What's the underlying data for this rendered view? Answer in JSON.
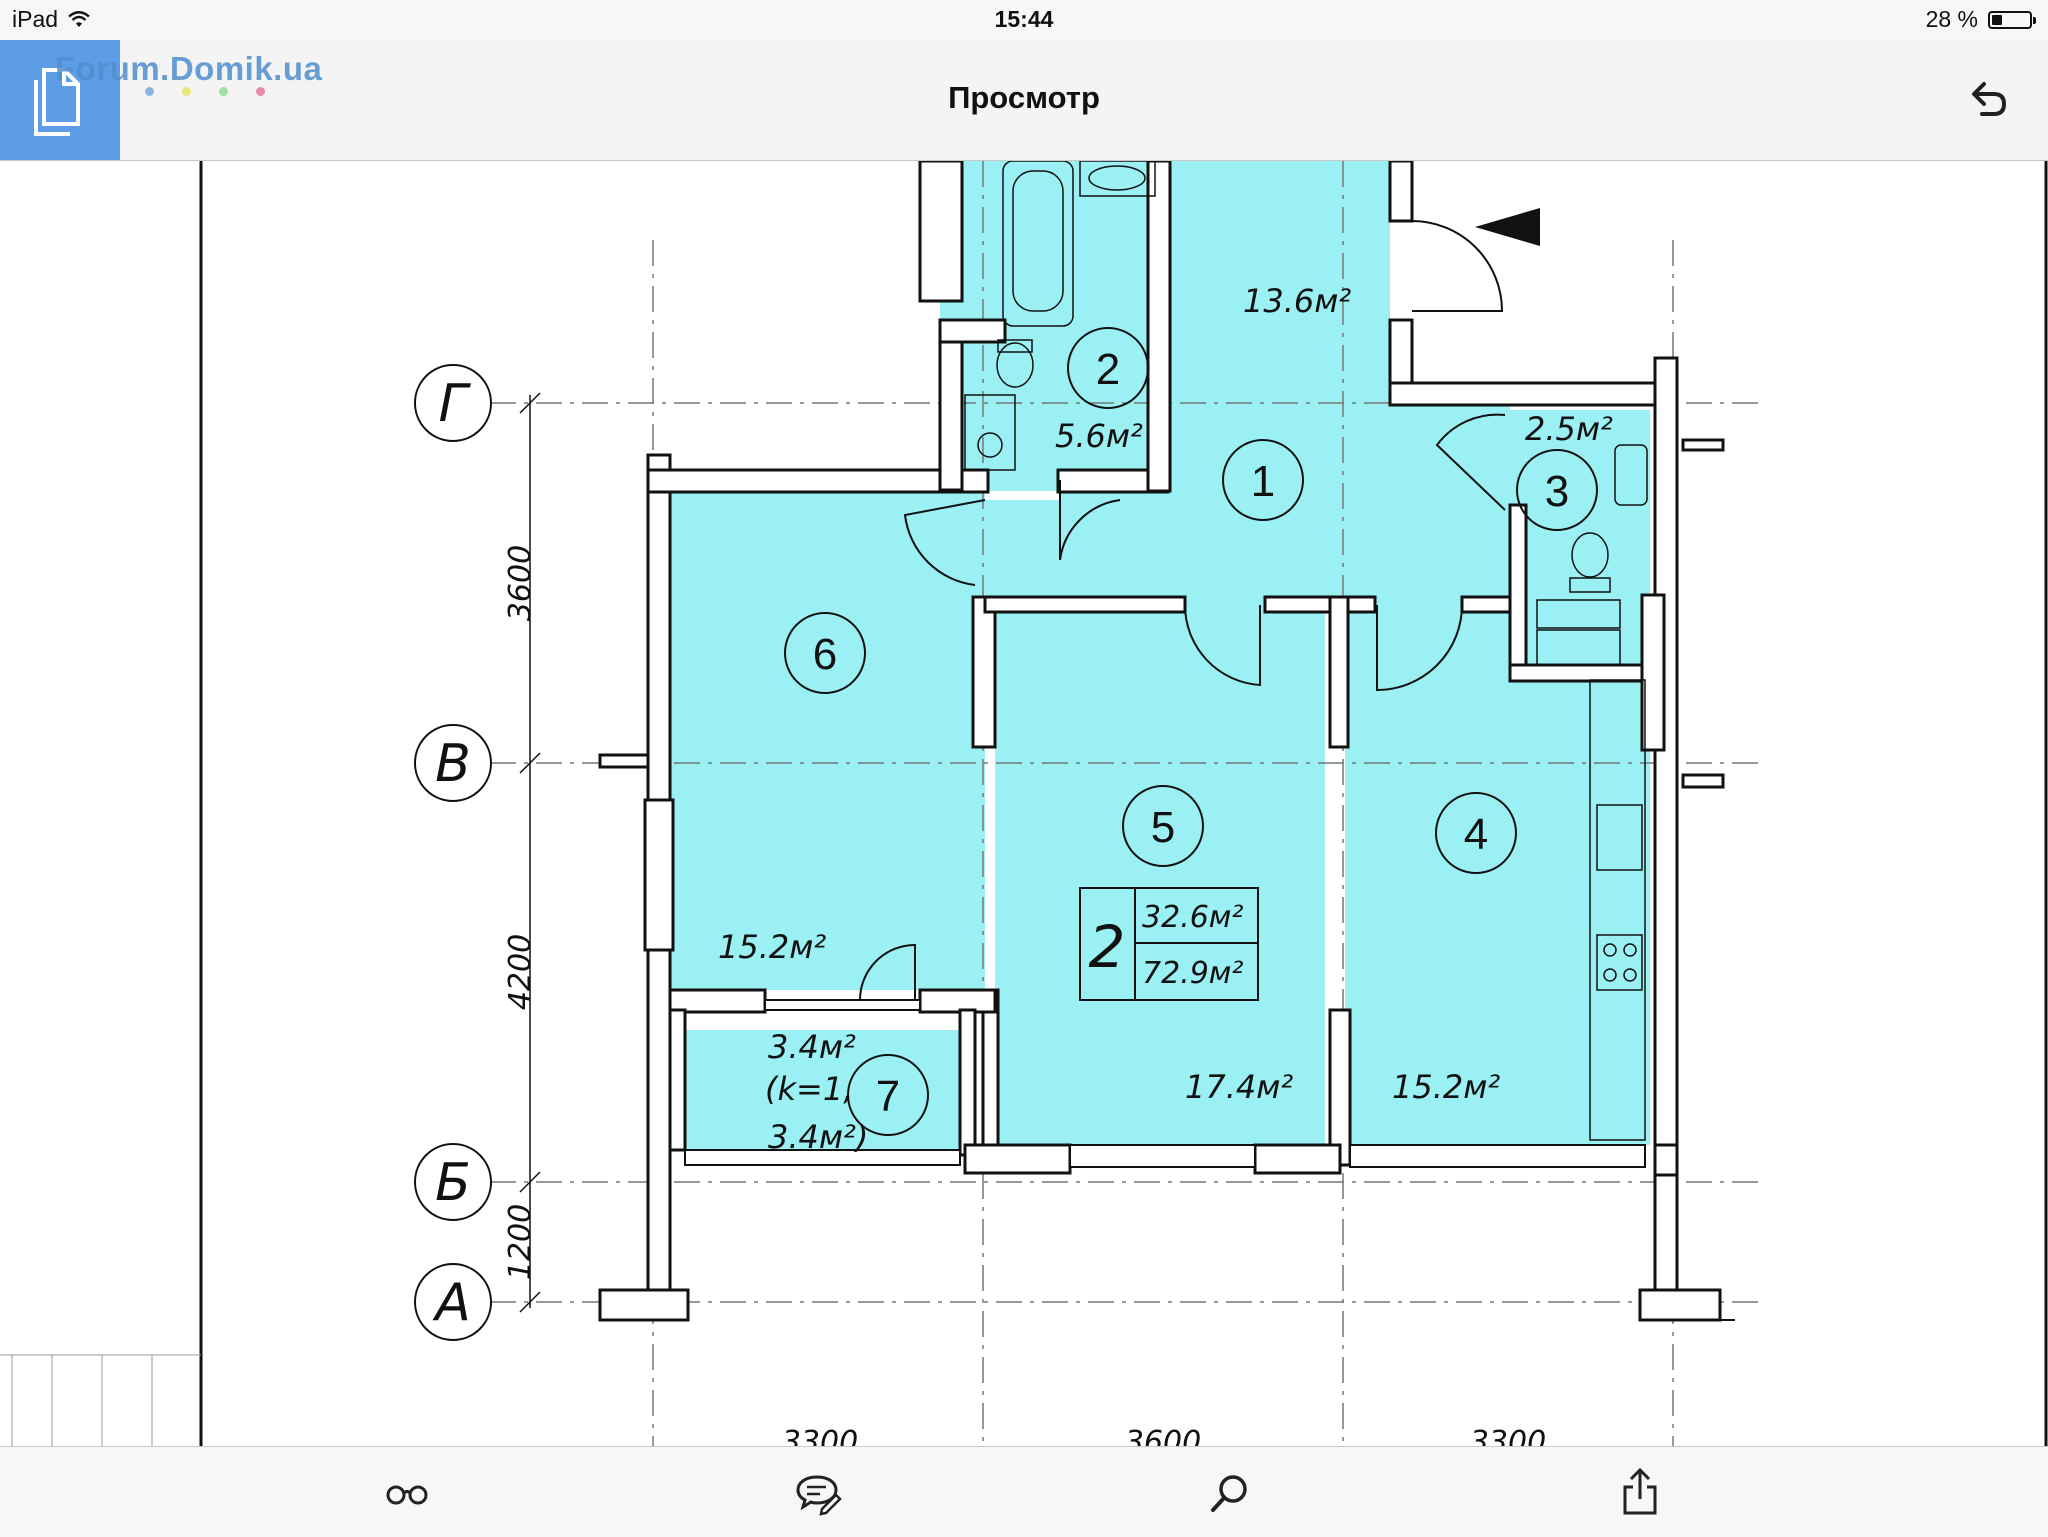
{
  "status_bar": {
    "device": "iPad",
    "time": "15:44",
    "battery": "28 %",
    "battery_level": 0.28
  },
  "nav_bar": {
    "title": "Просмотр",
    "watermark": "Forum.Domik.ua",
    "watermark_dot_colors": [
      "#8ab4e0",
      "#e6e67a",
      "#9ee0a0",
      "#e88aa8"
    ]
  },
  "floor_plan": {
    "axes": [
      "Г",
      "В",
      "Б",
      "А"
    ],
    "vertical_dimensions": [
      "3600",
      "4200",
      "1200"
    ],
    "horizontal_dimensions": [
      "3300",
      "3600",
      "3300"
    ],
    "rooms": [
      {
        "number": "1",
        "area": "13.6м²"
      },
      {
        "number": "2",
        "area": "5.6м²"
      },
      {
        "number": "3",
        "area": "2.5м²"
      },
      {
        "number": "4",
        "area": "15.2м²"
      },
      {
        "number": "5",
        "area": "17.4м²"
      },
      {
        "number": "6",
        "area": "15.2м²"
      },
      {
        "number": "7",
        "area": "3.4м²"
      }
    ],
    "balcony_note": [
      "(k=1,",
      "3.4м²)"
    ],
    "summary": {
      "rooms": "2",
      "living_area": "32.6м²",
      "total_area": "72.9м²"
    },
    "fill_color": "#9af0f2"
  },
  "toolbar": {
    "icons": [
      "reading-glasses-icon",
      "annotate-icon",
      "search-icon",
      "share-icon"
    ]
  }
}
